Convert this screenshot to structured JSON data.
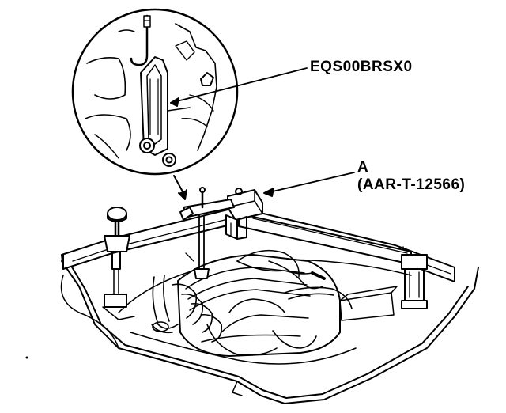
{
  "callouts": {
    "part_number": "EQS00BRSX0",
    "tool_letter": "A",
    "tool_number": "(AAR-T-12566)"
  },
  "colors": {
    "ink": "#000000",
    "paper": "#ffffff",
    "shade": "#d9d9d9"
  }
}
